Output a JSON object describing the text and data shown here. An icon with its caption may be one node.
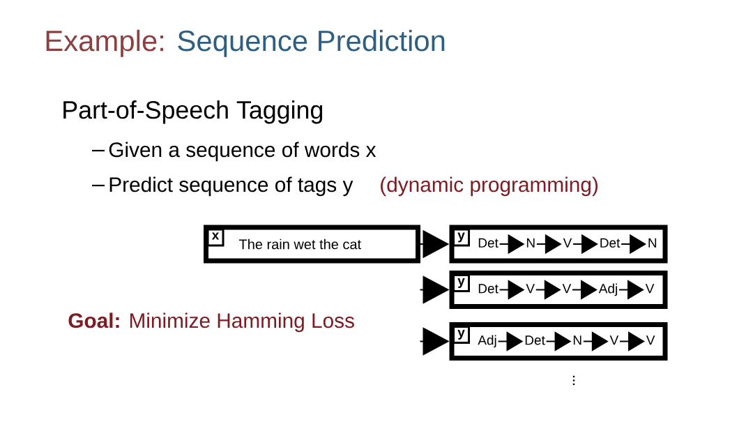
{
  "diagram": {
    "title": "Example: Sequence Prediction",
    "nodes": [
      {
        "text": [
          "The rain wet the cat"
        ]
      },
      {
        "text": [
          "x"
        ],
        "in": 0
      },
      {
        "text": [],
        "shape": "box"
      },
      {
        "text": [
          "y"
        ],
        "in": 2
      },
      {
        "text": [
          "Det"
        ],
        "in": 2
      },
      {
        "text": [
          "N"
        ],
        "in": 2
      },
      {
        "text": [
          "V"
        ],
        "in": 2
      },
      {
        "text": [
          "Det"
        ],
        "in": 2
      },
      {
        "text": [
          "N"
        ],
        "in": 2
      },
      {
        "text": [],
        "shape": "box"
      },
      {
        "text": [
          "y"
        ],
        "in": 9
      },
      {
        "text": [
          "Det"
        ],
        "in": 9
      },
      {
        "text": [
          "V"
        ],
        "in": 9
      },
      {
        "text": [
          "V"
        ],
        "in": 9
      },
      {
        "text": [
          "Adj"
        ],
        "in": 9
      },
      {
        "text": [
          "V"
        ],
        "in": 9
      },
      {
        "text": [],
        "shape": "box"
      },
      {
        "text": [
          "y"
        ],
        "in": 16
      },
      {
        "text": [
          "Adj"
        ],
        "in": 16
      },
      {
        "text": [
          "Det"
        ],
        "in": 16
      },
      {
        "text": [
          "N"
        ],
        "in": 16
      },
      {
        "text": [
          "V"
        ],
        "in": 16
      },
      {
        "text": [
          "V"
        ],
        "in": 16
      }
    ],
    "edges": [
      {
        "from": 0,
        "to": 2,
        "arrow": "to"
      },
      {
        "from": 4,
        "to": 5,
        "arrow": "to"
      },
      {
        "from": 5,
        "to": 6,
        "arrow": "to"
      },
      {
        "from": 6,
        "to": 7,
        "arrow": "to"
      },
      {
        "from": 7,
        "to": 8,
        "arrow": "to"
      },
      {
        "from": null,
        "to": 9,
        "arrow": "to"
      },
      {
        "from": 11,
        "to": 12,
        "arrow": "to"
      },
      {
        "from": 12,
        "to": 13,
        "arrow": "to"
      },
      {
        "from": 13,
        "to": 14,
        "arrow": "to"
      },
      {
        "from": 14,
        "to": 15,
        "arrow": "to"
      },
      {
        "from": null,
        "to": 16,
        "arrow": "to"
      },
      {
        "from": 18,
        "to": 19,
        "arrow": "to"
      },
      {
        "from": 19,
        "to": 20,
        "arrow": "to"
      },
      {
        "from": 20,
        "to": 21,
        "arrow": "to"
      },
      {
        "from": 21,
        "to": 22,
        "arrow": "to"
      }
    ],
    "labels": [
      "Part-of-Speech Tagging",
      "Given a sequence of words x",
      "Predict sequence of tags y",
      "(dynamic programming)",
      "**Goal:** Minimize Hamming Loss"
    ]
  }
}
